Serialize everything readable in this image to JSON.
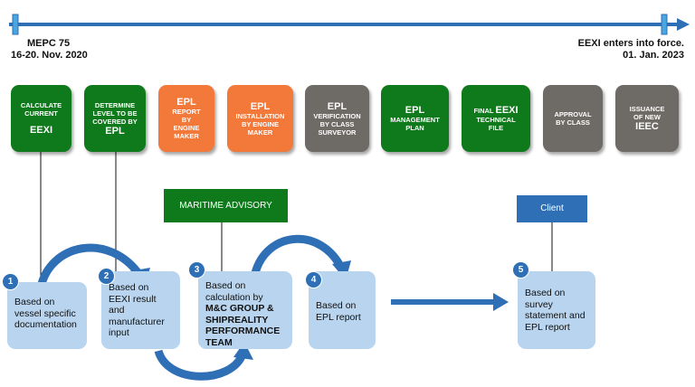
{
  "timeline": {
    "start": {
      "line1": "MEPC 75",
      "line2": "16-20. Nov. 2020"
    },
    "end": {
      "line1": "EEXI enters into force.",
      "line2": "01. Jan. 2023"
    }
  },
  "steps": [
    {
      "small1": "CALCULATE",
      "small2": "CURRENT",
      "big": "EEXI"
    },
    {
      "small1": "DETERMINE",
      "small2": "LEVEL TO BE",
      "small3": "COVERED BY",
      "big": "EPL"
    },
    {
      "big": "EPL",
      "small1": "REPORT",
      "small2": "BY",
      "small3": "ENGINE",
      "small4": "MAKER"
    },
    {
      "big": "EPL",
      "small1": "INSTALLATION",
      "small2": "BY ENGINE",
      "small3": "MAKER"
    },
    {
      "big": "EPL",
      "small1": "VERIFICATION",
      "small2": "BY CLASS",
      "small3": "SURVEYOR"
    },
    {
      "big": "EPL",
      "small1": "MANAGEMENT",
      "small2": "PLAN"
    },
    {
      "prefix": "FINAL",
      "big": "EEXI",
      "small1": "TECHNICAL",
      "small2": "FILE"
    },
    {
      "small1": "APPROVAL",
      "small2": "BY CLASS"
    },
    {
      "small1": "ISSUANCE",
      "small2": "OF NEW",
      "big": "IEEC"
    }
  ],
  "tags": {
    "advisory": "MARITIME ADVISORY",
    "client": "Client"
  },
  "process": [
    {
      "num": "1",
      "line1": "Based on",
      "line2": "vessel specific",
      "line3": "documentation"
    },
    {
      "num": "2",
      "line1": "Based on",
      "line2": "EEXI result",
      "line3": "and",
      "line4": "manufacturer",
      "line5": "input"
    },
    {
      "num": "3",
      "line1": "Based on",
      "line2": "calculation by",
      "line3": "M&C GROUP &",
      "line4": "SHIPREALITY",
      "line5": "PERFORMANCE",
      "line6": "TEAM"
    },
    {
      "num": "4",
      "line1": "Based on",
      "line2": "EPL report"
    },
    {
      "num": "5",
      "line1": "Based on",
      "line2": "survey",
      "line3": "statement and",
      "line4": "EPL report"
    }
  ],
  "colors": {
    "green": "#0f7a1c",
    "orange": "#f2793a",
    "grey": "#6e6a66",
    "blue": "#2e6fb5",
    "light_blue": "#b9d4ee"
  }
}
